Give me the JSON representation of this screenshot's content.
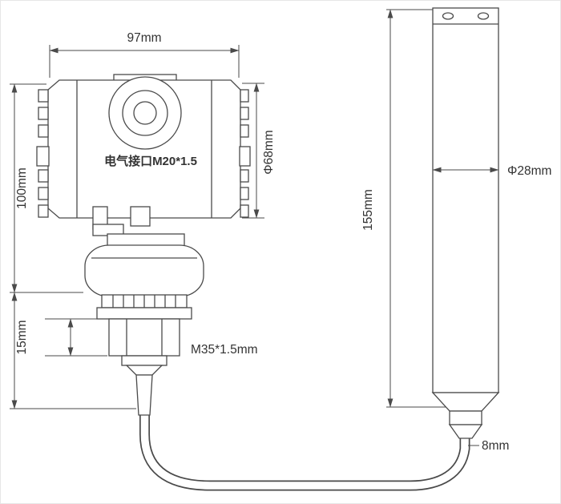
{
  "colors": {
    "line": "#4a4a4a",
    "text": "#333333",
    "canvas": "#ffffff",
    "frame": "#e6e6e6"
  },
  "drawing": {
    "transmitter": {
      "electrical_interface_label": "电气接口M20*1.5",
      "thread_label": "M35*1.5mm"
    },
    "dimensions": {
      "top_width": "97mm",
      "housing_height": "100mm",
      "hex_height": "15mm",
      "housing_diameter": "Φ68mm",
      "probe_length": "155mm",
      "probe_diameter": "Φ28mm",
      "cable_diameter": "8mm"
    }
  }
}
